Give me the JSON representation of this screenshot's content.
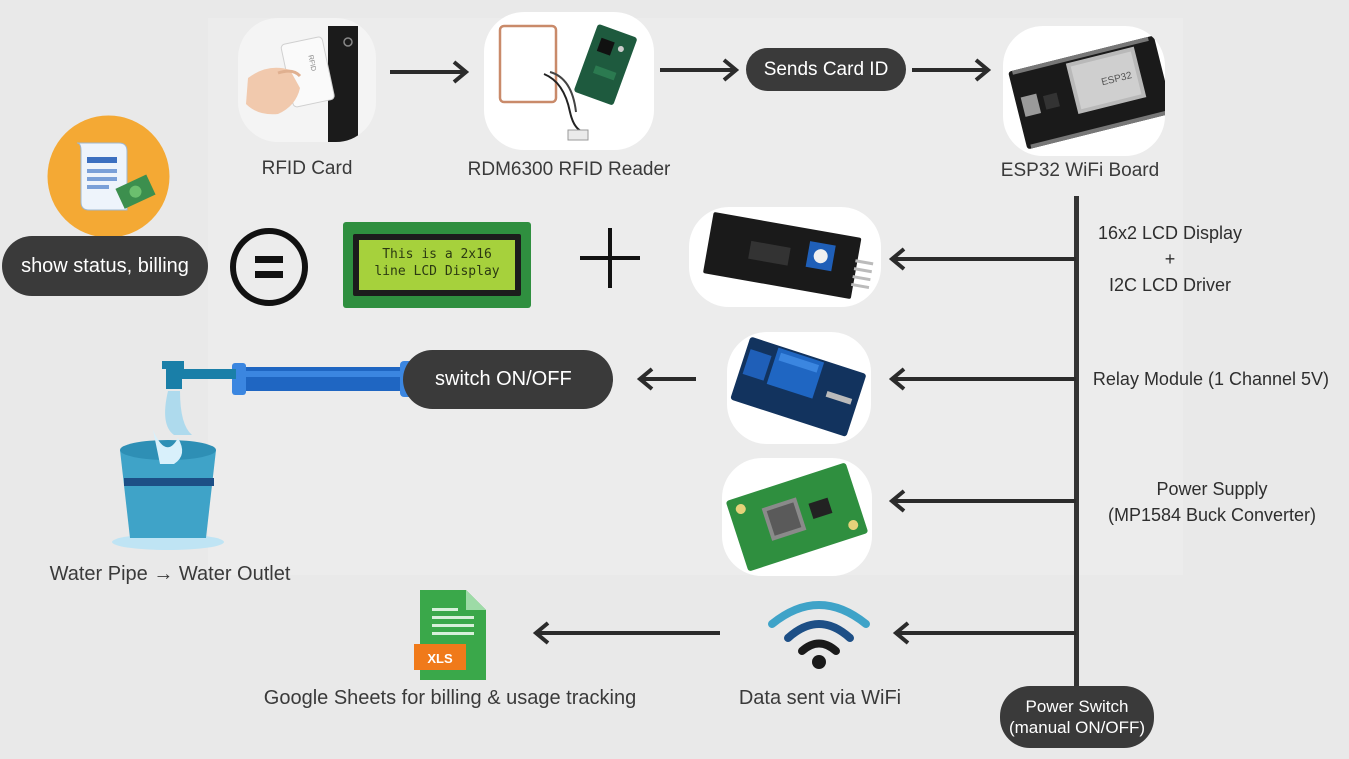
{
  "nodes": {
    "rfid_card": "RFID Card",
    "card_text": "RFID",
    "rfid_reader": "RDM6300 RFID Reader",
    "sends_card_id": "Sends Card ID",
    "esp32": "ESP32 WiFi Board",
    "esp32_chip": "ESP32",
    "show_status": "show status, billing",
    "lcd_line1": "This is a 2x16",
    "lcd_line2": "line LCD Display",
    "switch_onoff": "switch ON/OFF",
    "water": "Water Pipe → Water Outlet",
    "sheets": "Google Sheets for billing & usage tracking",
    "xls_tag": "XLS",
    "wifi": "Data sent via WiFi",
    "power_switch_line1": "Power Switch",
    "power_switch_line2": "(manual ON/OFF)"
  },
  "branches": {
    "lcd_line1": "16x2 LCD Display",
    "lcd_plus": "+",
    "lcd_line2": "I2C LCD Driver",
    "relay": "Relay Module (1 Channel 5V)",
    "power_line1": "Power Supply",
    "power_line2": "(MP1584 Buck Converter)"
  },
  "colors": {
    "dark": "#3a3a3a",
    "lcd_green": "#a6d13c",
    "relay_blue": "#1f5fb8",
    "pcb_green": "#2f8f3f",
    "water_blue": "#3fa3c8",
    "billing_orange": "#f4a934",
    "xls_green": "#3aa84a",
    "xls_orange": "#f07a1a"
  }
}
